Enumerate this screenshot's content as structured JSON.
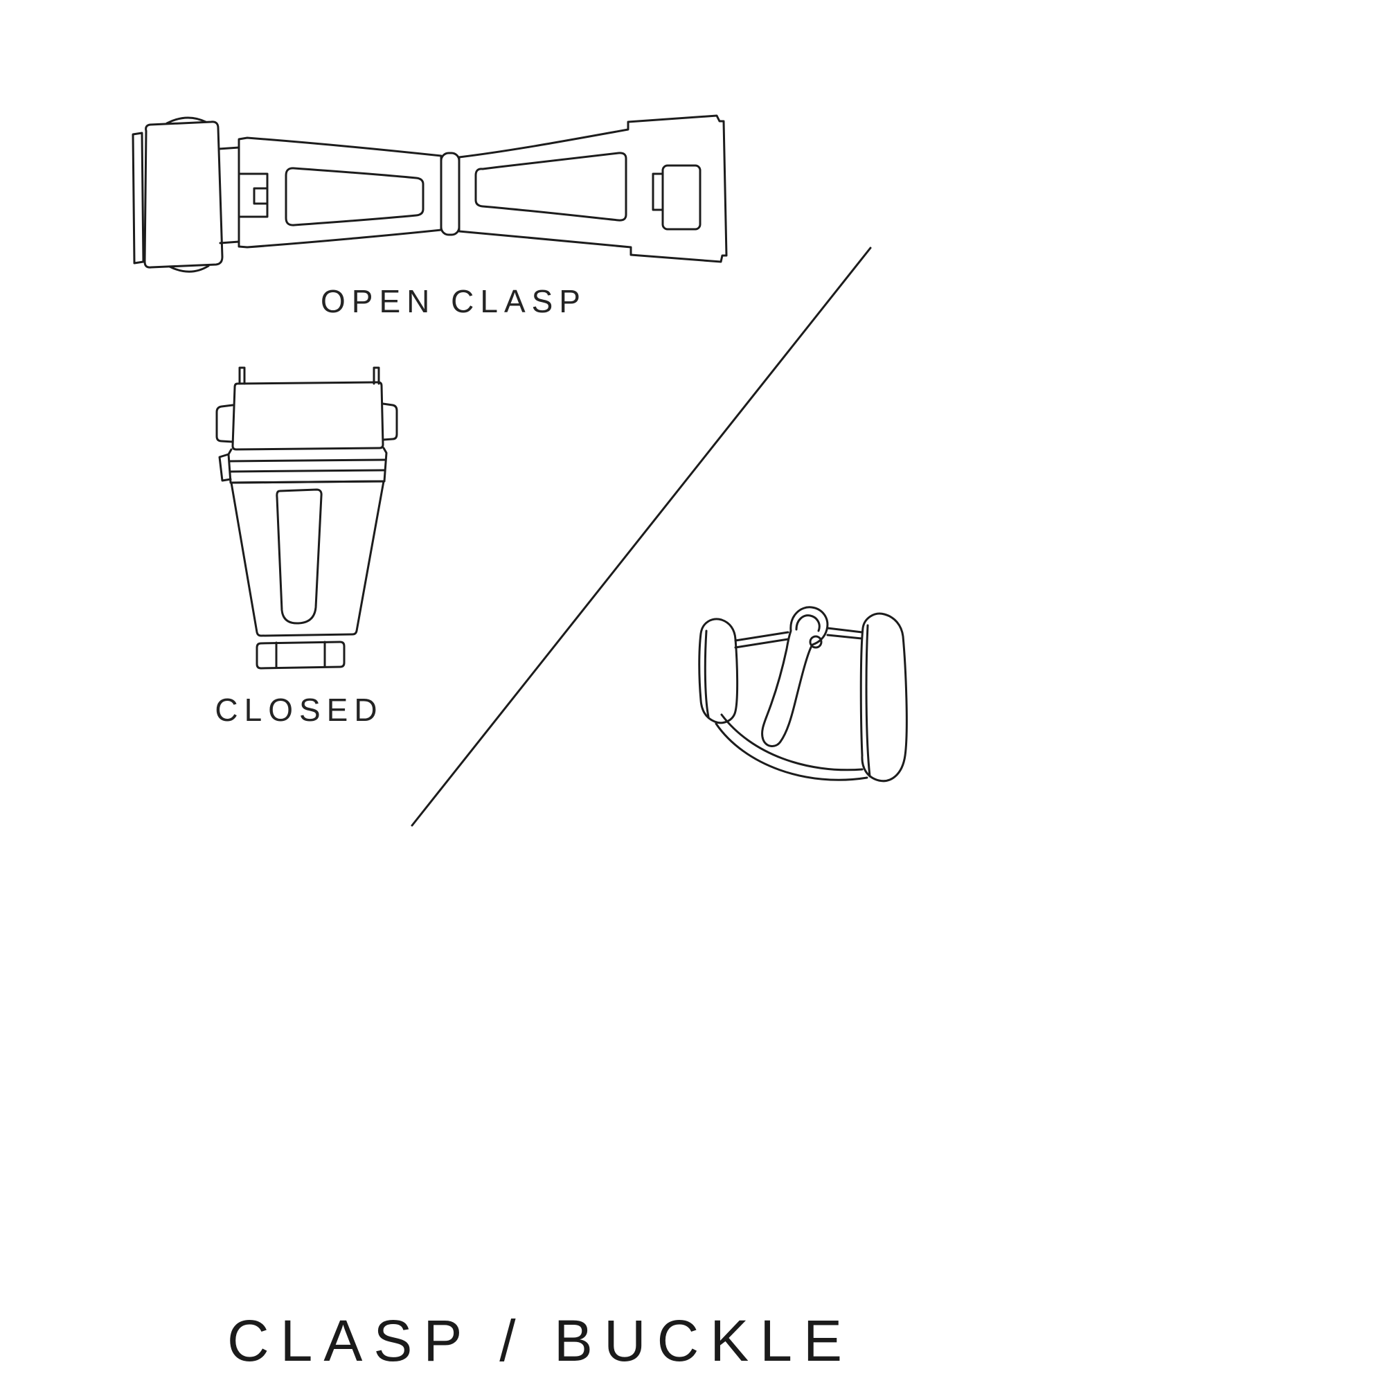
{
  "title": "CLASP / BUCKLE",
  "figures": {
    "open_clasp": {
      "caption": "OPEN CLASP"
    },
    "closed_clasp": {
      "caption": "CLOSED"
    },
    "buckle": {
      "name": "tang-buckle-illustration"
    }
  },
  "colors": {
    "line": "#1c1c1c",
    "text": "#242424",
    "background": "#ffffff"
  }
}
